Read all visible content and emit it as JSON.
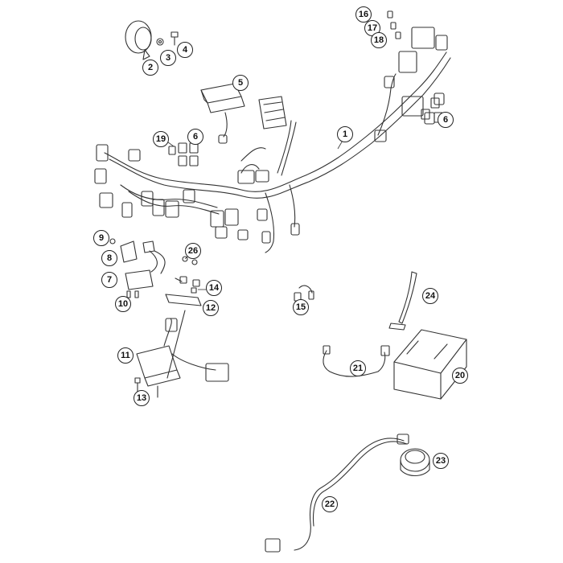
{
  "diagram": {
    "labels": {
      "l1": "1",
      "l2": "2",
      "l3": "3",
      "l4": "4",
      "l5": "5",
      "l6a": "6",
      "l6b": "6",
      "l7": "7",
      "l8": "8",
      "l9": "9",
      "l10": "10",
      "l11": "11",
      "l12": "12",
      "l13": "13",
      "l14": "14",
      "l15": "15",
      "l16": "16",
      "l17": "17",
      "l18": "18",
      "l19": "19",
      "l20": "20",
      "l21": "21",
      "l22": "22",
      "l23": "23",
      "l24": "24",
      "l26": "26"
    }
  }
}
